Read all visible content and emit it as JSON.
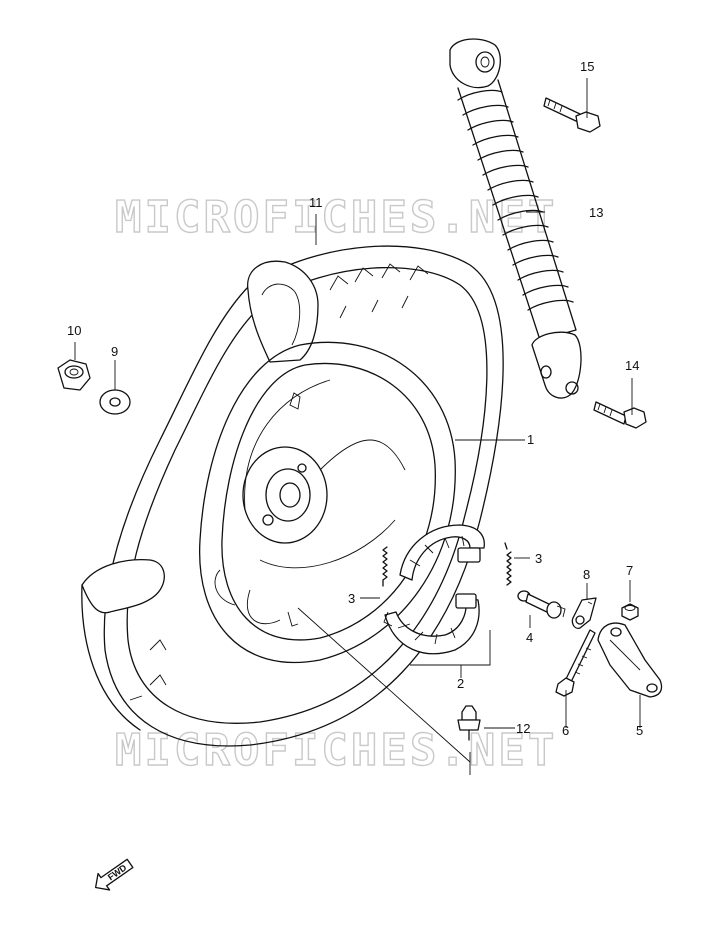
{
  "watermarks": [
    "MICROFICHES.NET",
    "MICROFICHES.NET"
  ],
  "direction_label": "FWD",
  "callouts": [
    {
      "id": "1",
      "label": "1"
    },
    {
      "id": "2",
      "label": "2"
    },
    {
      "id": "3a",
      "label": "3"
    },
    {
      "id": "3b",
      "label": "3"
    },
    {
      "id": "4",
      "label": "4"
    },
    {
      "id": "5",
      "label": "5"
    },
    {
      "id": "6",
      "label": "6"
    },
    {
      "id": "7",
      "label": "7"
    },
    {
      "id": "8",
      "label": "8"
    },
    {
      "id": "9",
      "label": "9"
    },
    {
      "id": "10",
      "label": "10"
    },
    {
      "id": "11",
      "label": "11"
    },
    {
      "id": "12",
      "label": "12"
    },
    {
      "id": "13",
      "label": "13"
    },
    {
      "id": "14",
      "label": "14"
    },
    {
      "id": "15",
      "label": "15"
    }
  ]
}
